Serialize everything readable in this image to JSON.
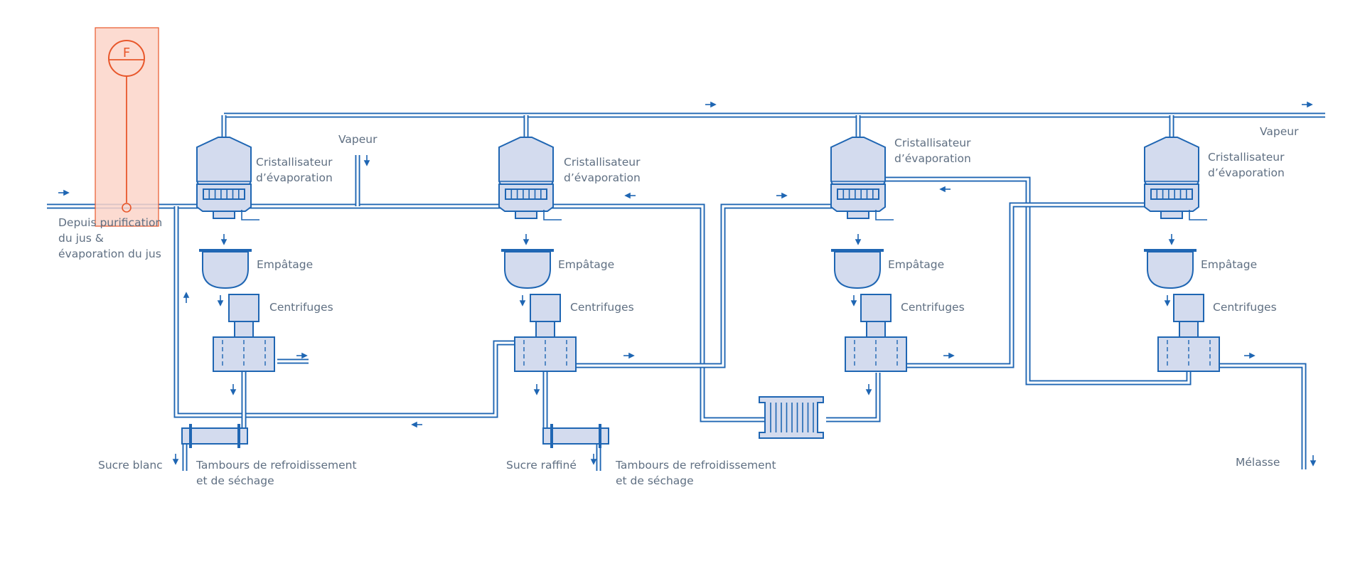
{
  "labels": {
    "feed": [
      "Depuis purification",
      "du jus &",
      "évaporation du jus"
    ],
    "steam_1": "Vapeur",
    "steam_2": "Vapeur",
    "crystallizer_1": [
      "Cristallisateur",
      "d’évaporation"
    ],
    "crystallizer_2": [
      "Cristallisateur",
      "d’évaporation"
    ],
    "crystallizer_3": [
      "Cristallisateur",
      "d’évaporation"
    ],
    "crystallizer_4": [
      "Cristallisateur",
      "d’évaporation"
    ],
    "mixer_1": "Empâtage",
    "mixer_2": "Empâtage",
    "mixer_3": "Empâtage",
    "mixer_4": "Empâtage",
    "centrifuge_1": "Centrifuges",
    "centrifuge_2": "Centrifuges",
    "centrifuge_3": "Centrifuges",
    "centrifuge_4": "Centrifuges",
    "white_sugar": "Sucre blanc",
    "refined_sugar": "Sucre raffiné",
    "drum_1": [
      "Tambours de refroidissement",
      "et de séchage"
    ],
    "drum_2": [
      "Tambours de refroidissement",
      "et de séchage"
    ],
    "molasses": "Mélasse"
  },
  "instrument": {
    "symbol": "F",
    "color": "#e8572b",
    "highlight": "#fbd5c9"
  },
  "colors": {
    "pipe": "#1f66b3",
    "equipment_fill": "#d3dbee",
    "label": "#5f6f82"
  },
  "icons": {
    "flow_arrow": "arrow-icon",
    "flow_meter": "flow-meter-icon"
  }
}
